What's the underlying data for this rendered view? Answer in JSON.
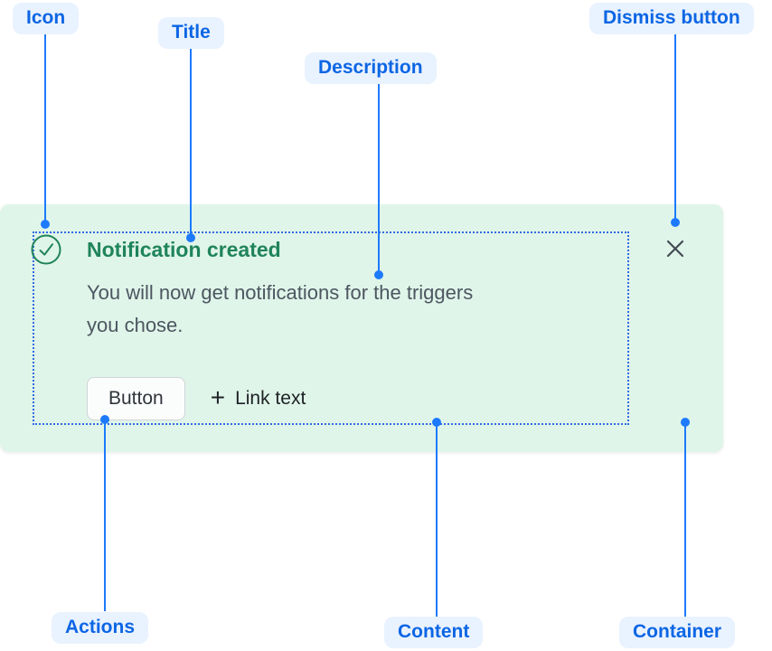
{
  "annotations": {
    "icon": {
      "label": "Icon"
    },
    "title": {
      "label": "Title"
    },
    "description": {
      "label": "Description"
    },
    "dismiss_button": {
      "label": "Dismiss button"
    },
    "actions": {
      "label": "Actions"
    },
    "content": {
      "label": "Content"
    },
    "container": {
      "label": "Container"
    }
  },
  "notification": {
    "title": "Notification created",
    "description_lines": [
      "You will now get notifications for the triggers",
      "you chose."
    ],
    "button_label": "Button",
    "link_plus": "+",
    "link_label": "Link text"
  },
  "icons": {
    "status": "check-circle-icon",
    "dismiss": "cross-icon",
    "link_prefix": "plus-icon"
  },
  "colors": {
    "annotation_text": "#0C66E4",
    "annotation_bg": "#E9F2FF",
    "connector_blue": "#1D7AFC",
    "outline_blue": "#2E6BE5",
    "card_bg": "#E0F5E9",
    "success_green": "#1F845A",
    "description_text": "#4C5661"
  }
}
